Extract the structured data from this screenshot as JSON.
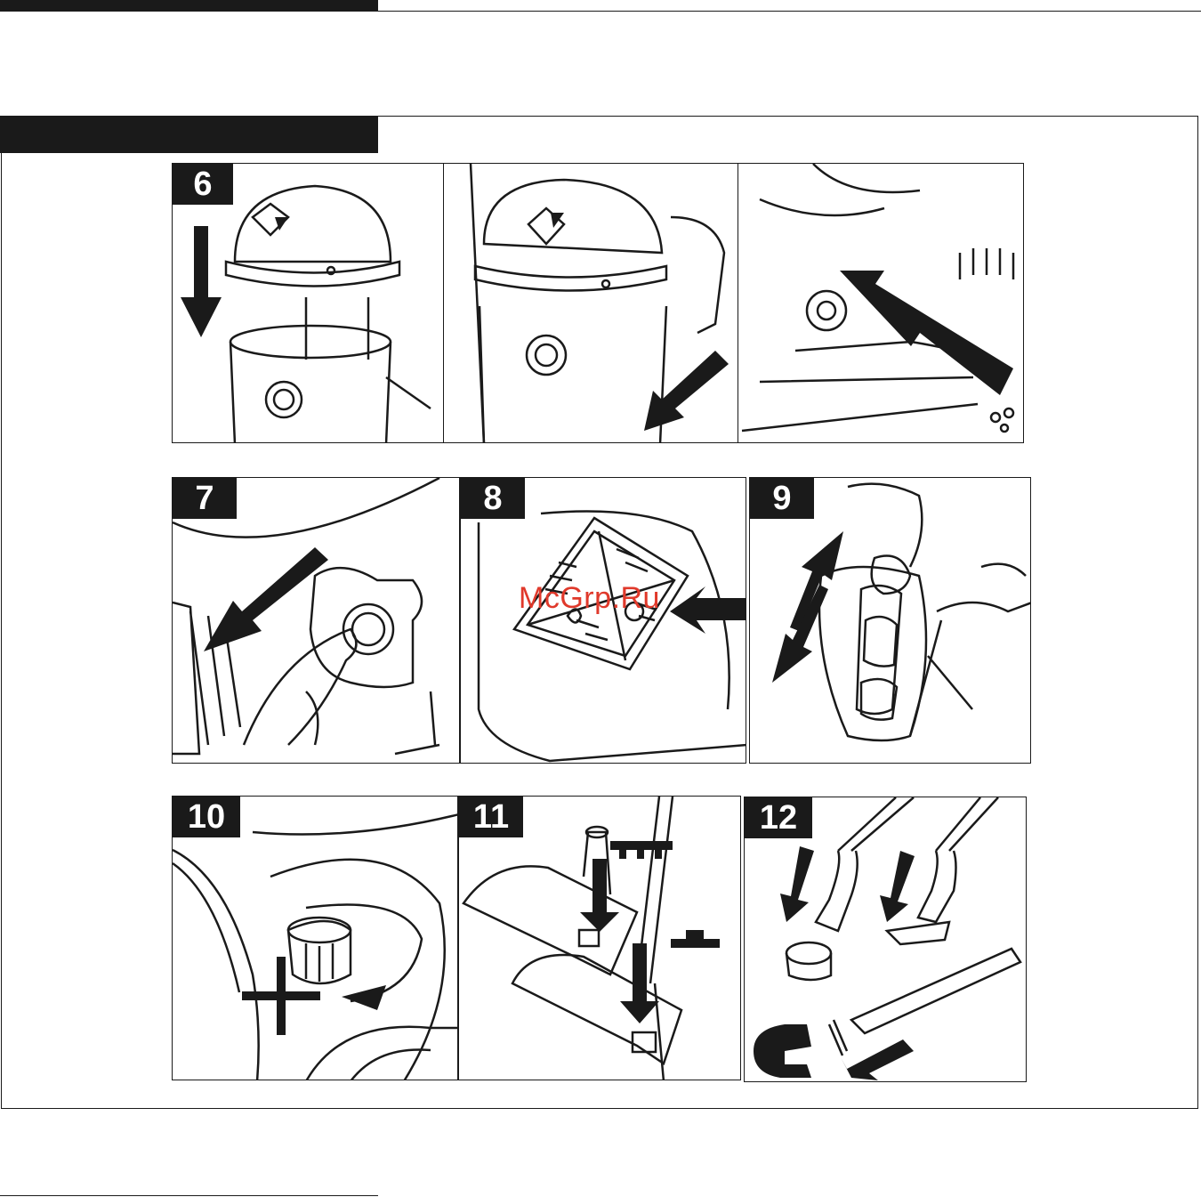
{
  "steps": {
    "s6": "6",
    "s7": "7",
    "s8": "8",
    "s9": "9",
    "s10": "10",
    "s11": "11",
    "s12": "12"
  },
  "watermark": "McGrp.Ru",
  "colors": {
    "ink": "#1a1a1a",
    "watermark": "#e0392b"
  }
}
